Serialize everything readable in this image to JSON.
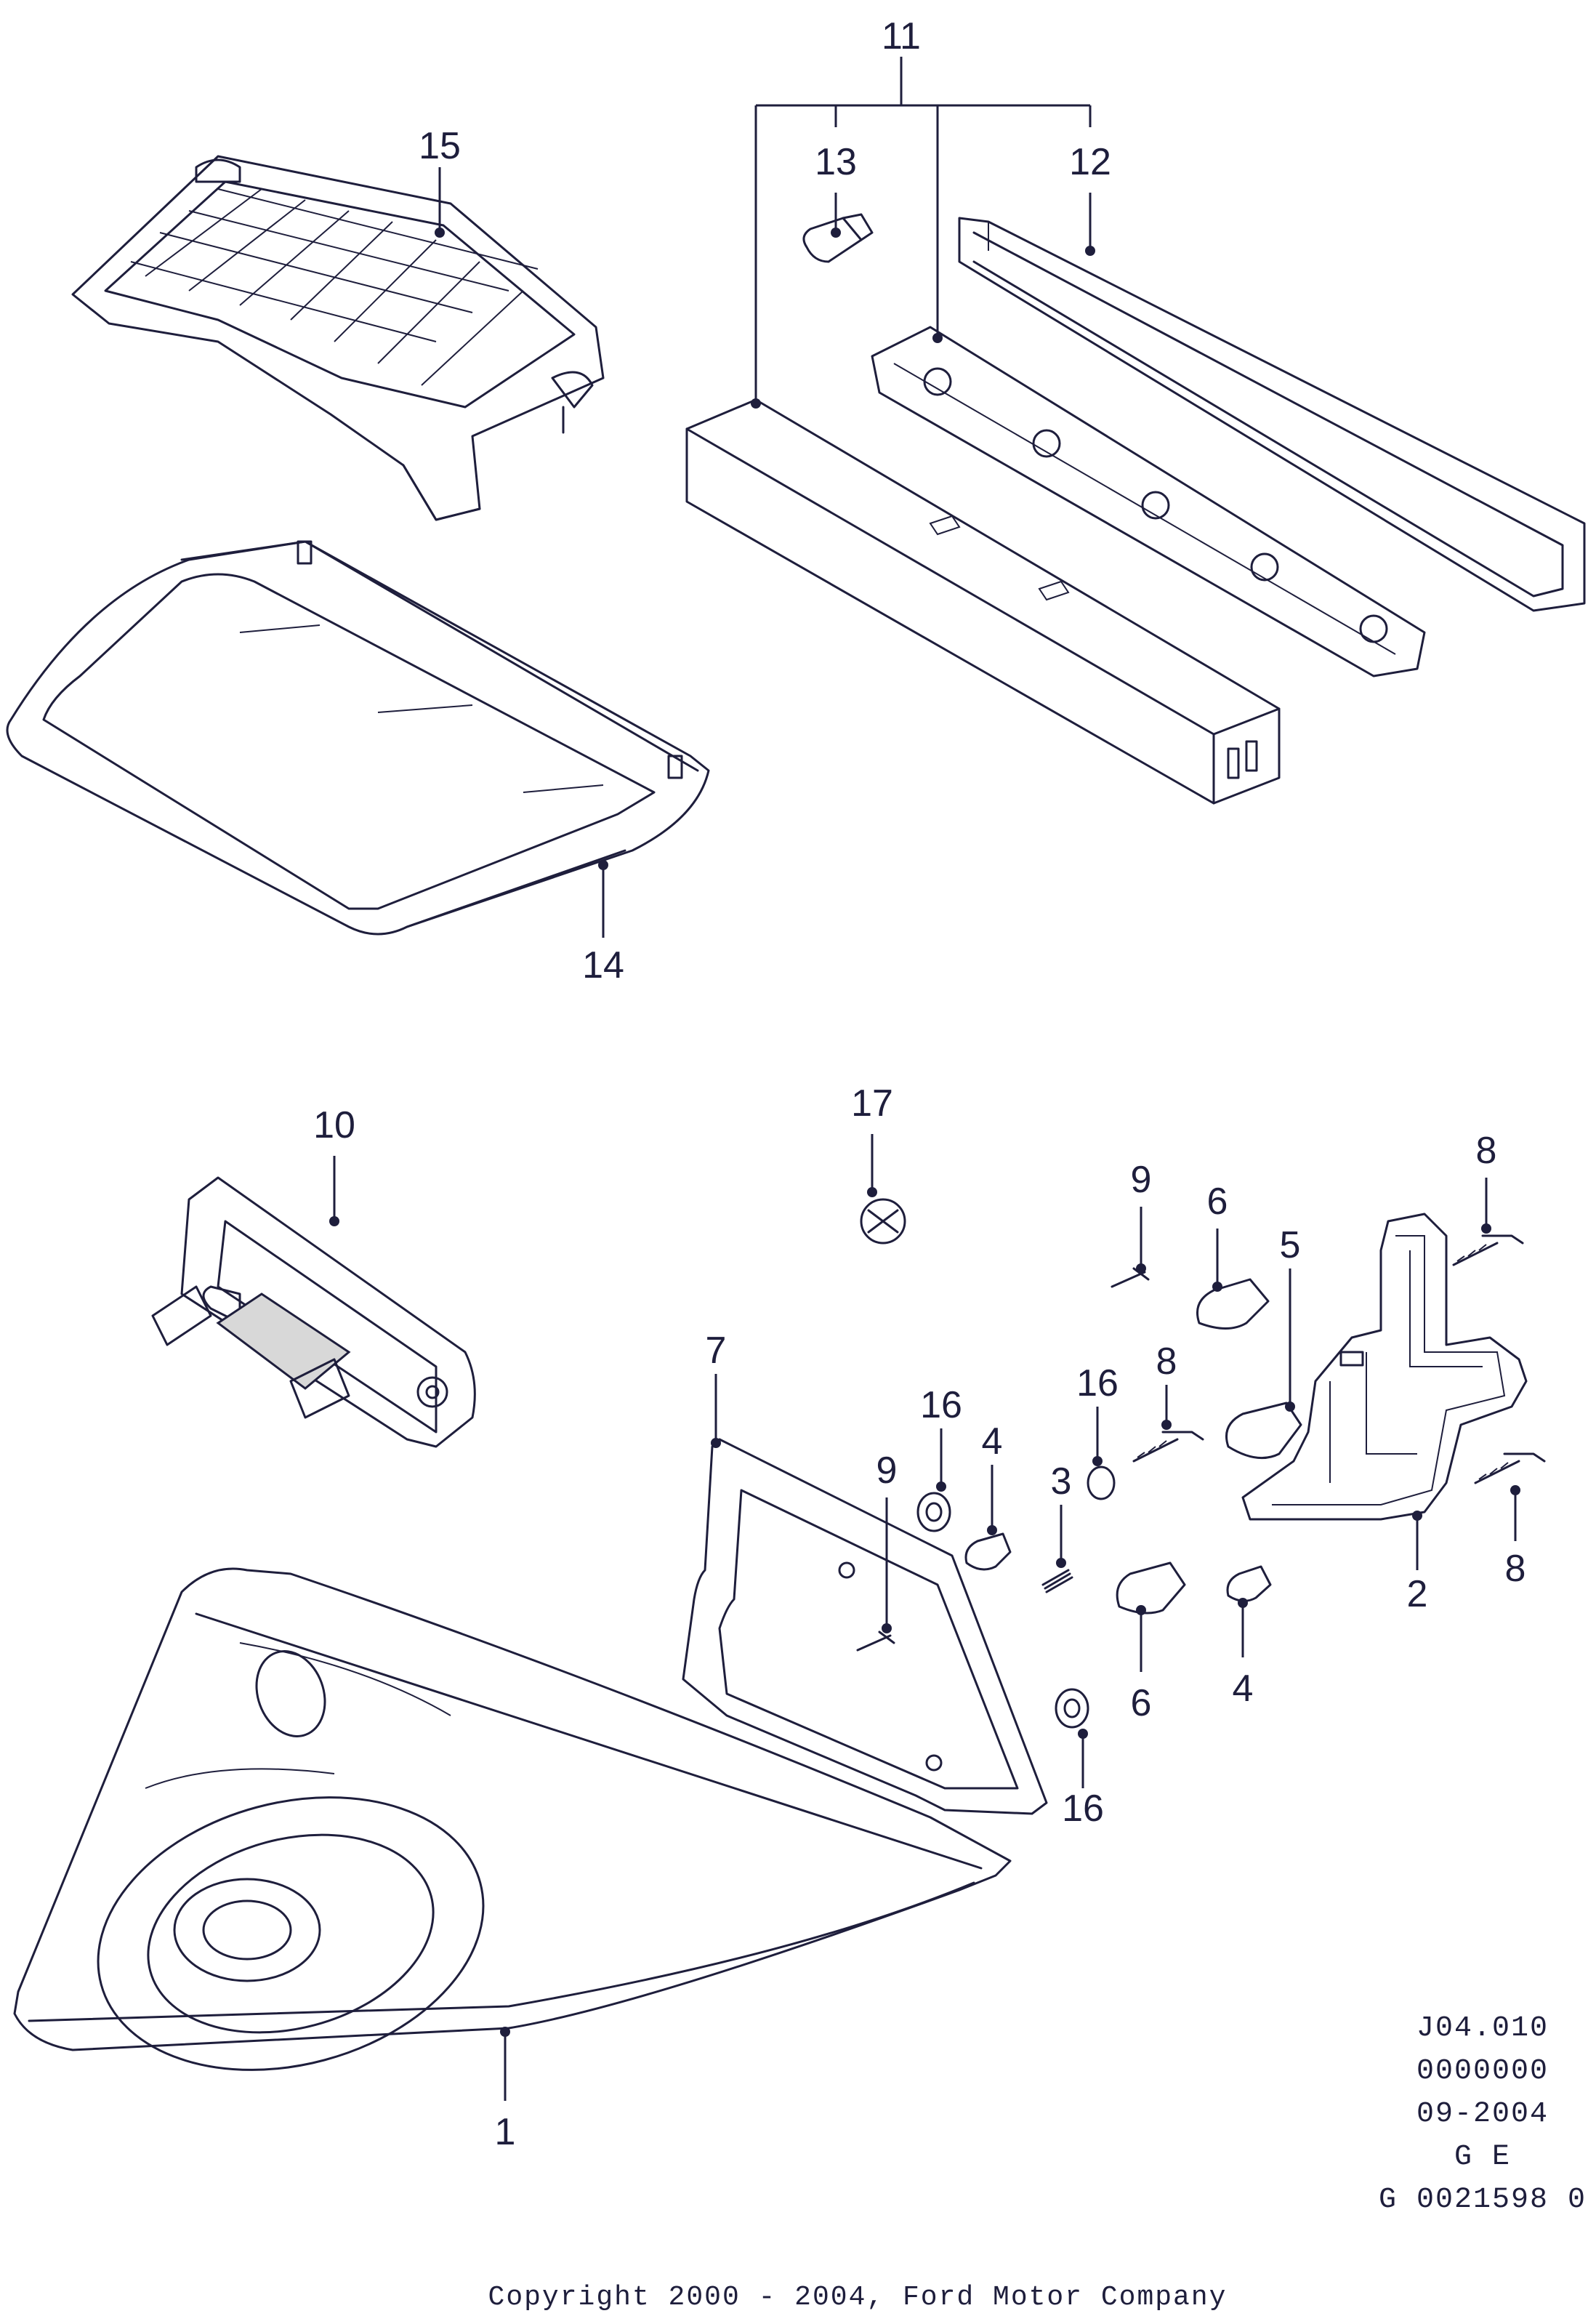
{
  "callouts": {
    "c1": "1",
    "c2": "2",
    "c3": "3",
    "c4a": "4",
    "c4b": "4",
    "c5": "5",
    "c6a": "6",
    "c6b": "6",
    "c7": "7",
    "c8a": "8",
    "c8b": "8",
    "c8c": "8",
    "c9a": "9",
    "c9b": "9",
    "c10": "10",
    "c11": "11",
    "c12": "12",
    "c13": "13",
    "c14": "14",
    "c15": "15",
    "c16a": "16",
    "c16b": "16",
    "c16c": "16",
    "c17": "17"
  },
  "reference": {
    "line1": "J04.010",
    "line2": "0000000",
    "line3": "09-2004",
    "line4": "G E",
    "line5": "G 0021598 0"
  },
  "copyright": "Copyright 2000 - 2004, Ford Motor Company"
}
